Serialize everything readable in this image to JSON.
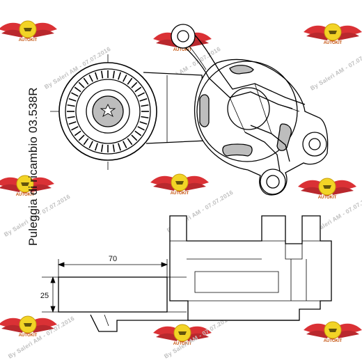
{
  "caption": "Puleggia di ricambio 03.538R",
  "dimensions": {
    "width": "70",
    "height": "25"
  },
  "watermarks": [
    "By Salerì AM - 07.07.2016",
    "By Salerì AM - 07.07.2016",
    "By Salerì AM - 07.07.2016",
    "By Salerì AM - 07.07.2016",
    "By Salerì AM - 07.07.2016",
    "By Salerì AM - 07.07.2016",
    "By Salerì AM - 07.07.2016",
    "By Salerì AM - 07.07.2016"
  ],
  "colors": {
    "logo_wing": "#d8262b",
    "logo_badge": "#f2d21b",
    "line": "#000000",
    "watermark": "#c0c0c0"
  }
}
